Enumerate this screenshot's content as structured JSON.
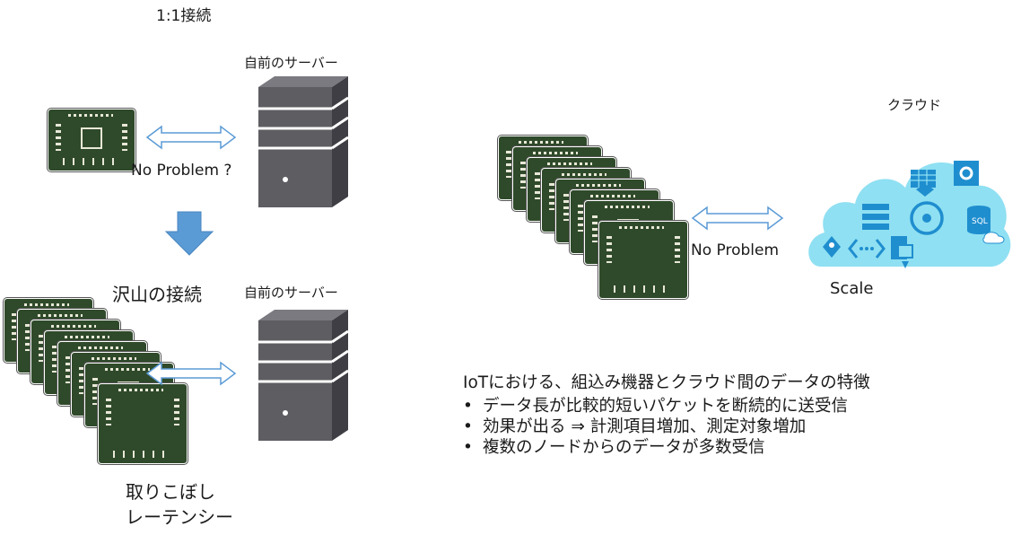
{
  "labels": {
    "one_to_one": "1:1接続",
    "own_server_top": "自前のサーバー",
    "no_problem_q": "No Problem ?",
    "many_connections": "沢山の接続",
    "own_server_bottom": "自前のサーバー",
    "drop_line1": "取りこぼし",
    "drop_line2": "レーテンシー",
    "cloud": "クラウド",
    "no_problem": "No Problem",
    "scale": "Scale"
  },
  "features": {
    "heading": "IoTにおける、組込み機器とクラウド間のデータの特徴",
    "items": [
      "データ長が比較的短いパケットを断続的に送受信",
      "効果が出る ⇒ 計測項目増加、測定対象増加",
      "複数のノードからのデータが多数受信"
    ]
  },
  "colors": {
    "board": "#2f4a2a",
    "server": "#5d5d62",
    "arrow_outline": "#5b9bd5",
    "down_arrow": "#5b9bd5",
    "cloud": "#8fe0f2",
    "cloud_icons": "#1f8ecf"
  },
  "cloud_icons": [
    "table-icon",
    "settings-icon",
    "queue-icon",
    "network-icon",
    "sql-icon",
    "key-icon",
    "api-icon",
    "document-icon"
  ]
}
